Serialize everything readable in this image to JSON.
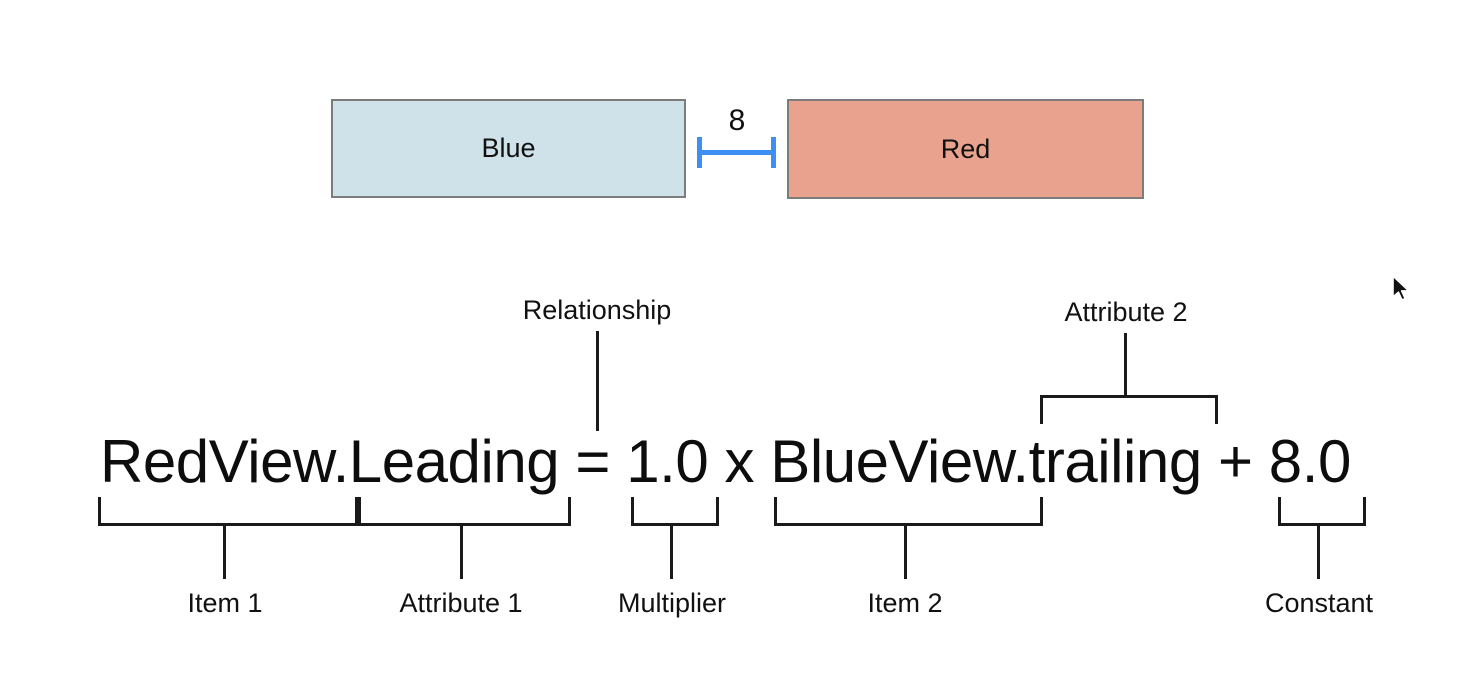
{
  "diagram": {
    "views": [
      {
        "name": "blue",
        "label": "Blue",
        "fill": "#cfe2ea"
      },
      {
        "name": "red",
        "label": "Red",
        "fill": "#e8a28e"
      }
    ],
    "border_color": "#7c7c7c",
    "spacing": {
      "value": "8",
      "color": "#3e8ff3"
    }
  },
  "equation": {
    "text": "RedView.Leading = 1.0 x BlueView.trailing + 8.0"
  },
  "callouts": {
    "relationship": "Relationship",
    "attribute2": "Attribute 2",
    "item1": "Item 1",
    "attribute1": "Attribute 1",
    "multiplier": "Multiplier",
    "item2": "Item 2",
    "constant": "Constant"
  }
}
